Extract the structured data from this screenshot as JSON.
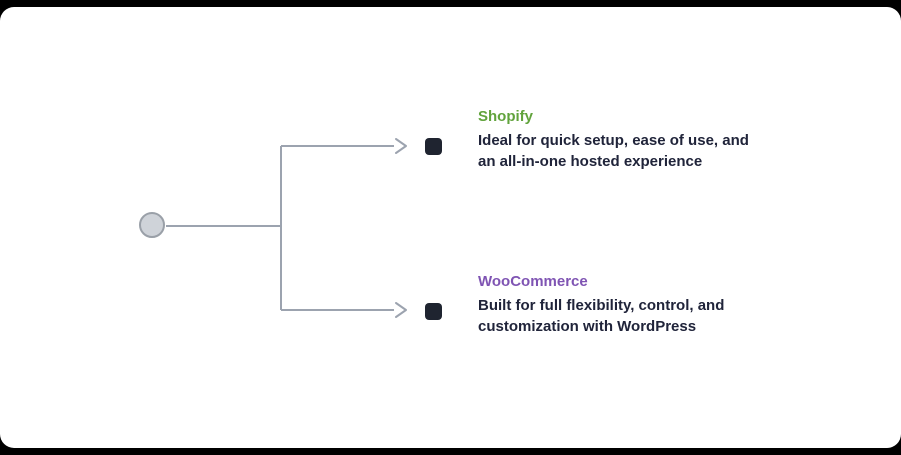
{
  "canvas": {
    "background": "#ffffff",
    "outer_background": "#000000"
  },
  "diagram": {
    "type": "mind-map-comparison",
    "connector_color": "#9ca3af",
    "node_square_color": "#1f2430",
    "text_color": "#20243a",
    "root": {
      "icon": "circle-node",
      "fill": "#cfd3d9",
      "border": "#9aa0a8"
    },
    "branches": [
      {
        "id": "shopify",
        "icon": "square-node",
        "label": "Shopify",
        "label_color": "#61a33c",
        "description_line1": "Ideal for quick setup, ease of use, and",
        "description_line2": "an all-in-one hosted experience"
      },
      {
        "id": "woocommerce",
        "icon": "square-node",
        "label": "WooCommerce",
        "label_color": "#7f54b3",
        "description_line1": "Built for full flexibility, control, and",
        "description_line2": "customization with WordPress"
      }
    ]
  }
}
